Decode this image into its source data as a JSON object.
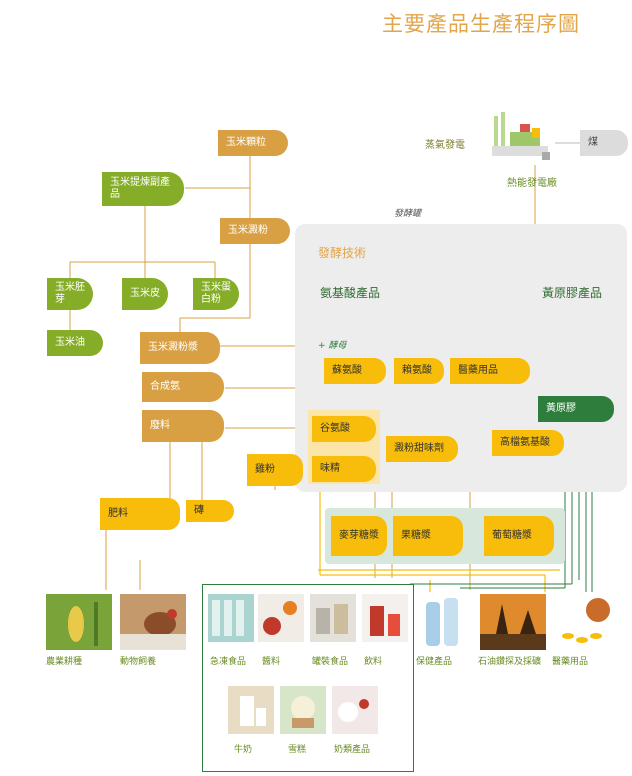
{
  "title": "主要產品生產程序圖",
  "power": {
    "steam": "蒸氣發電",
    "coal": "煤",
    "plant": "熱能發電廠"
  },
  "fermenter_label": "發酵罐",
  "yeast_label": "+ 酵母",
  "panel": {
    "title": "發酵技術",
    "amino": "氨基酸產品",
    "gelatin": "黃原膠產品"
  },
  "nodes": {
    "corn_grain": "玉米顆粒",
    "corn_refined": "玉米提煉副產品",
    "corn_starch": "玉米澱粉",
    "corn_germ": "玉米胚芽",
    "corn_bran": "玉米皮",
    "corn_protein": "玉米蛋白粉",
    "corn_oil": "玉米油",
    "starch_milk": "玉米澱粉漿",
    "synth_ammonia": "合成氨",
    "waste": "廢料",
    "fertilizer": "肥料",
    "brick": "磚",
    "chicken_powder": "雞粉",
    "threonine": "蘇氨酸",
    "lysine": "賴氨酸",
    "medical": "醫藥用品",
    "glutamic": "谷氨酸",
    "msg": "味精",
    "starch_sweetener": "澱粉甜味劑",
    "xanthan": "黃原膠",
    "high_amino": "高檔氨基酸",
    "maltose": "麥芽糖漿",
    "fructose": "果糖漿",
    "glucose": "葡萄糖漿"
  },
  "products": [
    "農業耕種",
    "動物飼養",
    "急凍食品",
    "醬料",
    "罐裝食品",
    "飲料",
    "保健產品",
    "石油鑽探及採礦",
    "醫藥用品",
    "牛奶",
    "雪糕",
    "奶類產品"
  ],
  "colors": {
    "orange": "#d9a043",
    "green": "#85ad28",
    "yellow": "#f7bd0a",
    "dark_green": "#2f7d3c",
    "title": "#e3a54a"
  }
}
